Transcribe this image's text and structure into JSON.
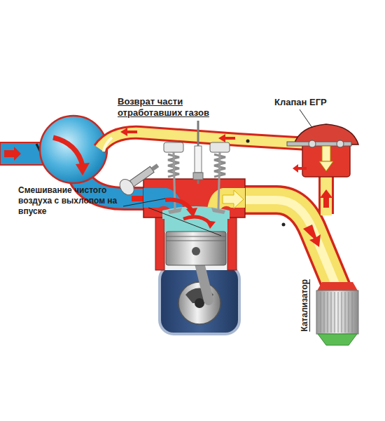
{
  "diagram": {
    "labels": [
      "Возврат части отработавших газов",
      "Клапан ЕГР",
      "Смешивание чистого воздуха с выхлопом на впуске",
      "Катализатор"
    ]
  }
}
